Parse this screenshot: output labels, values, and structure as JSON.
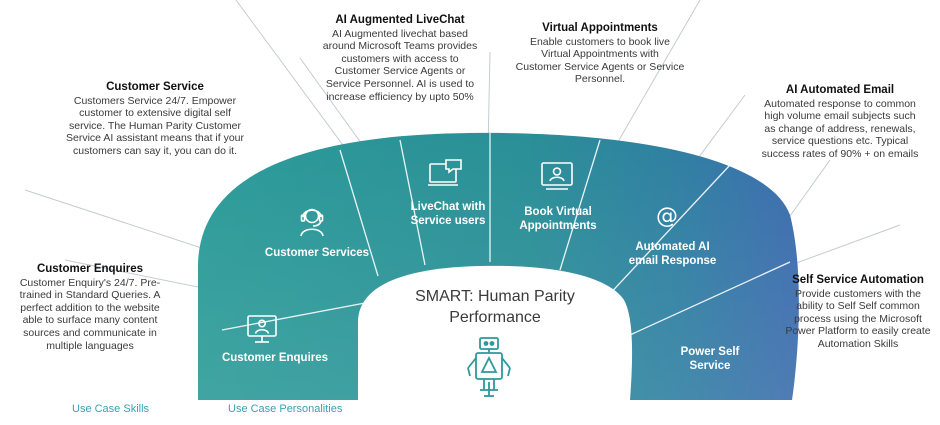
{
  "descriptions": {
    "livechat": {
      "title": "AI Augmented LiveChat",
      "lines": [
        "AI Augmented livechat based",
        "around Microsoft Teams provides",
        "customers  with access to",
        "Customer Service Agents or",
        "Service Personnel. AI is used to",
        "increase efficiency by upto 50%"
      ]
    },
    "virtual": {
      "title": "Virtual Appointments",
      "lines": [
        "Enable customers to book live",
        "Virtual Appointments with",
        "Customer Service Agents or Service",
        "Personnel."
      ]
    },
    "customer_service": {
      "title": "Customer Service",
      "lines": [
        "Customers Service 24/7. Empower",
        "customer to extensive digital self",
        "service.  The Human Parity Customer",
        "Service AI assistant means that if your",
        "customers can say it, you can do it."
      ]
    },
    "email": {
      "title": "AI Automated Email",
      "lines": [
        "Automated response to common",
        "high volume email subjects such",
        "as change of address, renewals,",
        "service questions etc.  Typical",
        "success rates of 90% + on emails"
      ]
    },
    "enquires": {
      "title": "Customer Enquires",
      "lines": [
        "Customer Enquiry's  24/7.  Pre-",
        "trained in Standard Queries.  A",
        "perfect addition to the website",
        "able to surface many content",
        "sources and communicate in",
        "multiple languages"
      ]
    },
    "selfservice": {
      "title": "Self Service Automation",
      "lines": [
        "Provide customers with the",
        "ability to Self Self common",
        "process using the Microsoft",
        "Power Platform to easily create",
        "Automation Skills"
      ]
    }
  },
  "segments": {
    "enquires": [
      "Customer Enquires"
    ],
    "services": [
      "Customer Services"
    ],
    "livechat": [
      "LiveChat with",
      "Service users"
    ],
    "virtual": [
      "Book Virtual",
      "Appointments"
    ],
    "email": [
      "Automated AI",
      "email Response"
    ],
    "power": [
      "Power Self",
      "Service"
    ]
  },
  "center": {
    "lines": [
      "SMART: Human Parity",
      "Performance"
    ]
  },
  "footer": {
    "skills": "Use Case Skills",
    "personalities": "Use Case Personalities"
  },
  "colors": {
    "teal": "#2c9a99",
    "teal_dark": "#237f87",
    "blue": "#3c6fae",
    "line": "#bfc7cc",
    "footer_text": "#3b9fb4"
  },
  "icons": [
    "monitor-user-icon",
    "headset-agent-icon",
    "laptop-chat-icon",
    "video-call-icon",
    "at-sign-icon",
    "robot-icon"
  ]
}
